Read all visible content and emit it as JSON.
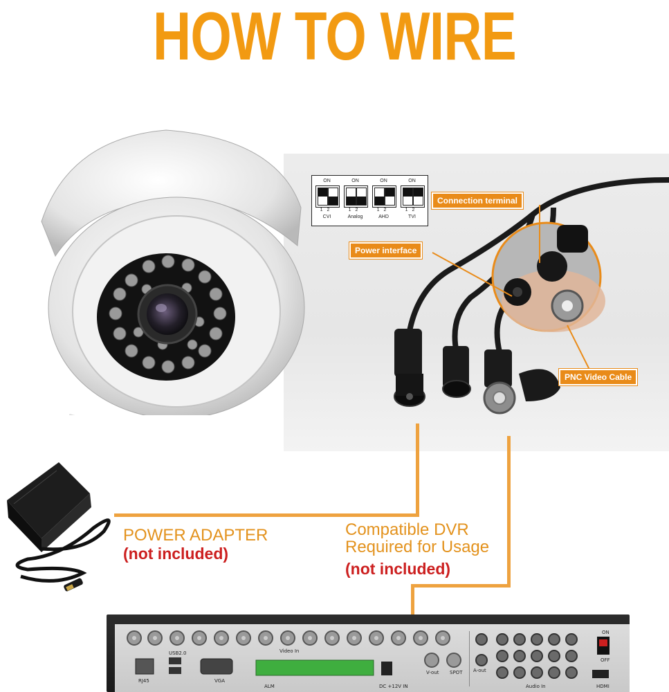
{
  "title": "HOW TO WIRE",
  "colors": {
    "accent": "#f29a12",
    "warning": "#cc1f1f",
    "callout": "#e98b19",
    "wire": "#eea23f"
  },
  "dip_switches": {
    "on_label": "ON",
    "positions": [
      "1",
      "2"
    ],
    "modes": [
      "CVI",
      "Analog",
      "AHD",
      "TVI"
    ]
  },
  "callouts": {
    "connection_terminal": "Connection terminal",
    "power_interface": "Power interface",
    "video_cable": "PNC Video Cable"
  },
  "power_adapter": {
    "label": "POWER ADAPTER",
    "note": "(not included)"
  },
  "dvr": {
    "line1": "Compatible DVR",
    "line2": "Required for Usage",
    "note": "(not included)",
    "ports": {
      "rj45": "RJ45",
      "usb": "USB2.0",
      "vga": "VGA",
      "video_in": "Video In",
      "alm": "ALM",
      "dc": "DC +12V IN",
      "v_out": "V-out",
      "spot": "SPOT",
      "a_out": "A-out",
      "audio_in": "Audio In",
      "hdmi": "HDMI",
      "on": "ON",
      "off": "OFF"
    }
  },
  "icons": [
    "dome-camera-icon",
    "power-adapter-icon",
    "cable-connectors-icon",
    "dvr-recorder-icon"
  ]
}
